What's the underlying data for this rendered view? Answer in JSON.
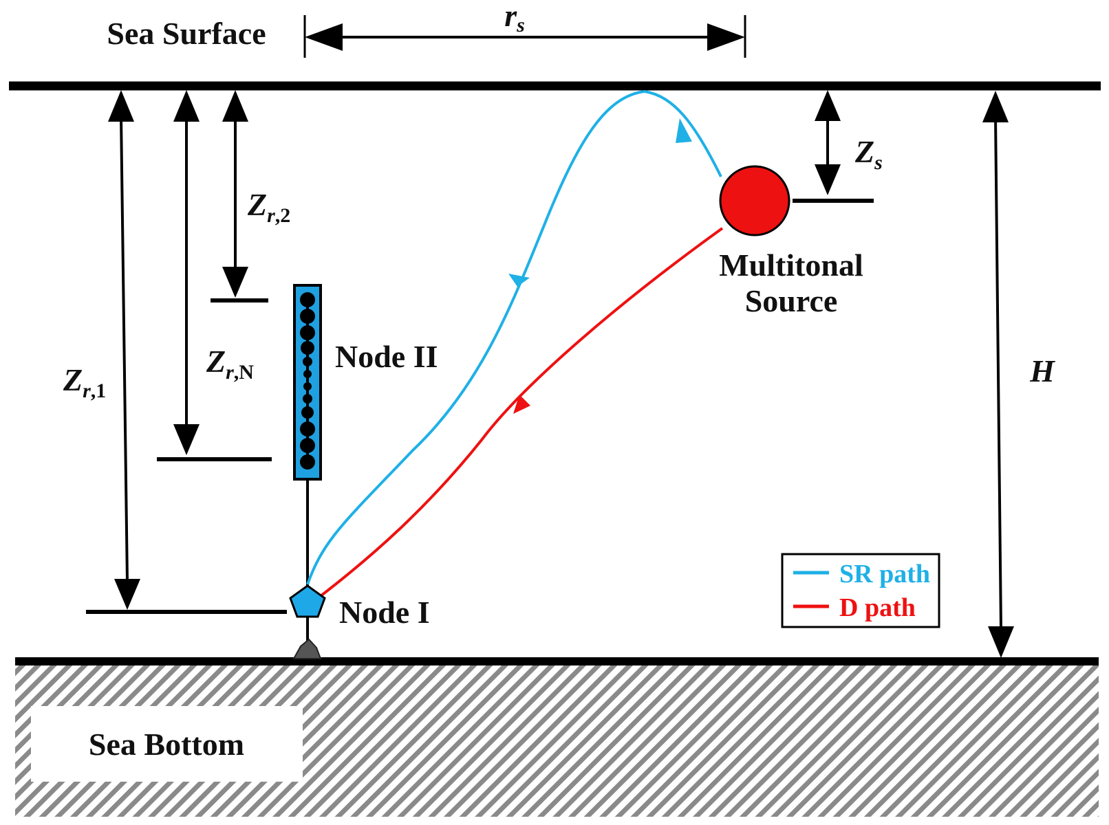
{
  "labels": {
    "sea_surface": "Sea Surface",
    "sea_bottom": "Sea Bottom",
    "range": {
      "main": "r",
      "sub": "s"
    },
    "source_depth": {
      "main": "Z",
      "sub": "s"
    },
    "water_depth": "H",
    "receiver_depth_2": {
      "main": "Z",
      "sub_italic": "r",
      "sub_rest": ",2"
    },
    "receiver_depth_n": {
      "main": "Z",
      "sub_italic": "r",
      "sub_rest": ",N"
    },
    "receiver_depth_1": {
      "main": "Z",
      "sub_italic": "r",
      "sub_rest": ",1"
    },
    "node_ii": "Node II",
    "node_i": "Node I",
    "source_line1": "Multitonal",
    "source_line2": "Source"
  },
  "legend": {
    "items": [
      {
        "label": "SR path",
        "color": "#1fb0e6"
      },
      {
        "label": "D path",
        "color": "#ee1111"
      }
    ]
  },
  "colors": {
    "sr_path": "#1fb0e6",
    "d_path": "#ee1111",
    "source": "#ee1111",
    "array_fill": "#1fa0e0",
    "node_i_fill": "#1fa8e8",
    "line": "#000000"
  },
  "icons": {
    "source": "red-circle",
    "node_i": "pentagon",
    "anchor": "rock-anchor"
  }
}
